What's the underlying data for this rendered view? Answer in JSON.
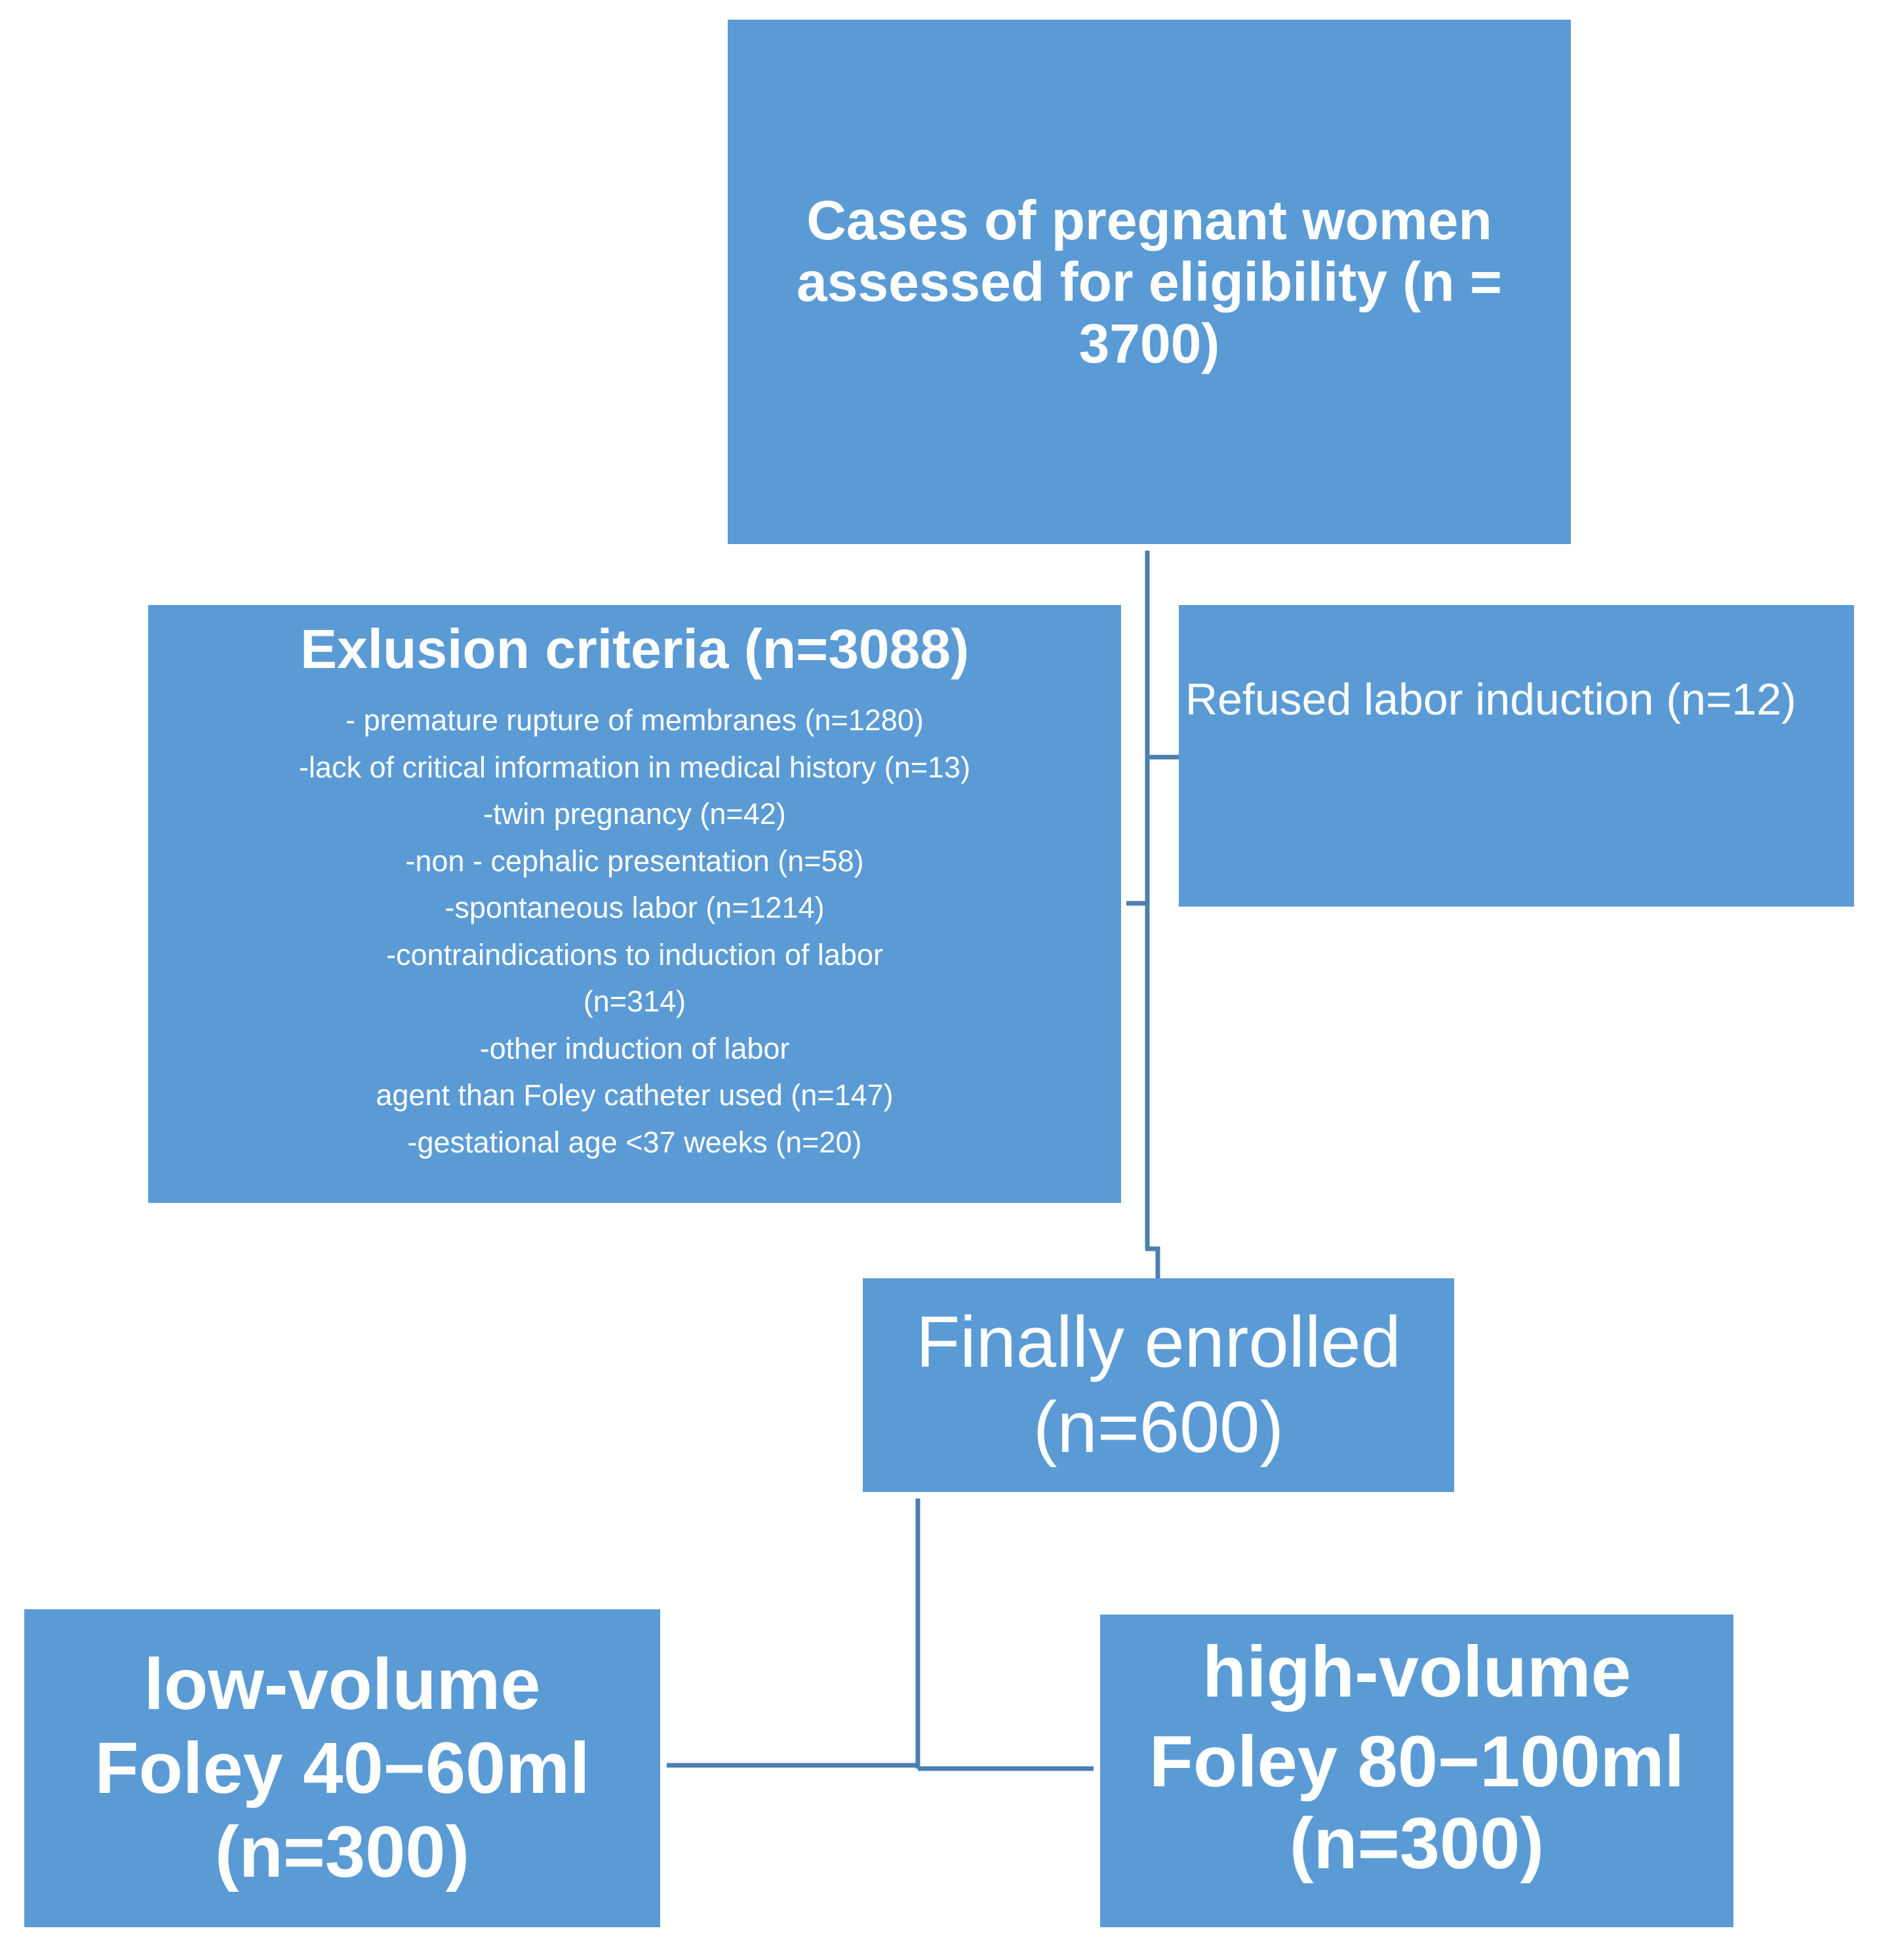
{
  "assessed": {
    "line1": "Cases of pregnant women",
    "line2": "assessed for eligibility (n =",
    "line3": "3700)"
  },
  "exclusion": {
    "title": "Exlusion criteria (n=3088)",
    "items": [
      "- premature rupture of membranes (n=1280)",
      "-lack of critical information in medical history (n=13)",
      "-twin pregnancy (n=42)",
      "-non - cephalic presentation (n=58)",
      "-spontaneous labor (n=1214)",
      "-contraindications to induction of labor",
      "(n=314)",
      "-other induction of labor",
      "agent than Foley catheter used (n=147)",
      "-gestational age <37 weeks (n=20)"
    ]
  },
  "refused": {
    "text": "Refused labor induction (n=12)"
  },
  "enrolled": {
    "line1": "Finally enrolled",
    "line2": "(n=600)"
  },
  "low_volume": {
    "line1": "low-volume",
    "line2": "Foley 40−60ml",
    "line3": "(n=300)"
  },
  "high_volume": {
    "line1": "high-volume",
    "line2": "Foley 80−100ml",
    "line3": "(n=300)"
  },
  "colors": {
    "box_fill": "#5b9bd5",
    "connector": "#4a7fb0",
    "text": "#ffffff"
  }
}
